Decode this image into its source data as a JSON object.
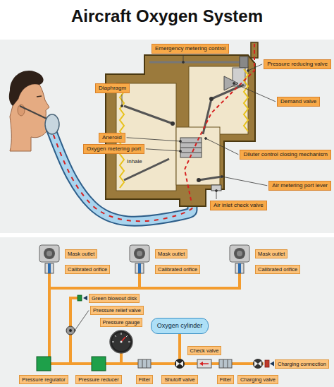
{
  "diagram": {
    "title": "Aircraft Oxygen System",
    "nodes": [
      {
        "text": [
          "Emergency metering control"
        ]
      },
      {
        "text": [
          "Pressure reducing valve"
        ]
      },
      {
        "text": [
          "Diaphragm"
        ]
      },
      {
        "text": [
          "Demand valve"
        ]
      },
      {
        "text": [
          "Aneroid"
        ]
      },
      {
        "text": [
          "Oxygen metering port"
        ]
      },
      {
        "text": [
          "Diluter control closing mechanism"
        ]
      },
      {
        "text": [
          "Air metering port lever"
        ]
      },
      {
        "text": [
          "Air inlet check valve"
        ]
      },
      {
        "text": [
          "Mask outlet"
        ]
      },
      {
        "text": [
          "Mask outlet"
        ]
      },
      {
        "text": [
          "Mask outlet"
        ]
      },
      {
        "text": [
          "Calibrated orifice"
        ]
      },
      {
        "text": [
          "Calibrated orifice"
        ]
      },
      {
        "text": [
          "Calibrated orifice"
        ]
      },
      {
        "text": [
          "Green blowout disk"
        ]
      },
      {
        "text": [
          "Pressure relief valve"
        ]
      },
      {
        "text": [
          "Pressure gauge"
        ]
      },
      {
        "text": [
          "Oxygen cylinder"
        ]
      },
      {
        "text": [
          "Check valve"
        ]
      },
      {
        "text": [
          "Charging connection"
        ]
      },
      {
        "text": [
          "Pressure regulator"
        ]
      },
      {
        "text": [
          "Pressure reducer"
        ]
      },
      {
        "text": [
          "Filter"
        ]
      },
      {
        "text": [
          "Shutoff valve"
        ]
      },
      {
        "text": [
          "Filter"
        ]
      },
      {
        "text": [
          "Charging valve"
        ]
      }
    ],
    "labels": [
      "Inhale"
    ]
  }
}
